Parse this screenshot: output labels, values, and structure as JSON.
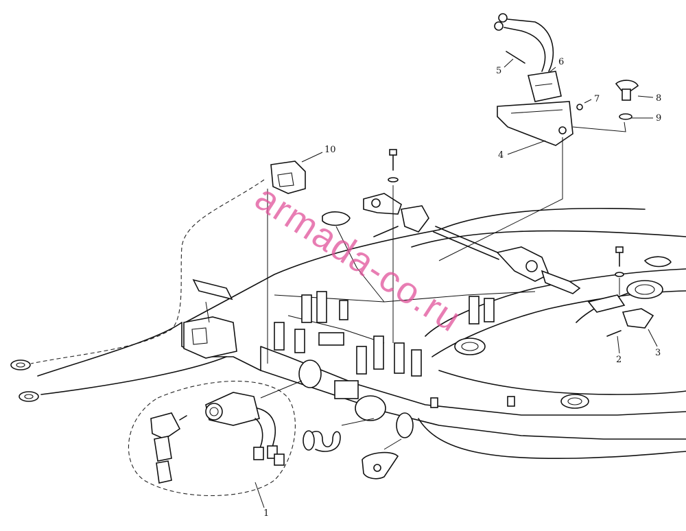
{
  "watermark": "armada-co.ru",
  "callouts": [
    {
      "id": "1",
      "label": "1"
    },
    {
      "id": "2",
      "label": "2"
    },
    {
      "id": "3",
      "label": "3"
    },
    {
      "id": "4",
      "label": "4"
    },
    {
      "id": "5",
      "label": "5"
    },
    {
      "id": "6",
      "label": "6"
    },
    {
      "id": "7",
      "label": "7"
    },
    {
      "id": "8",
      "label": "8"
    },
    {
      "id": "9",
      "label": "9"
    },
    {
      "id": "10",
      "label": "10"
    }
  ]
}
